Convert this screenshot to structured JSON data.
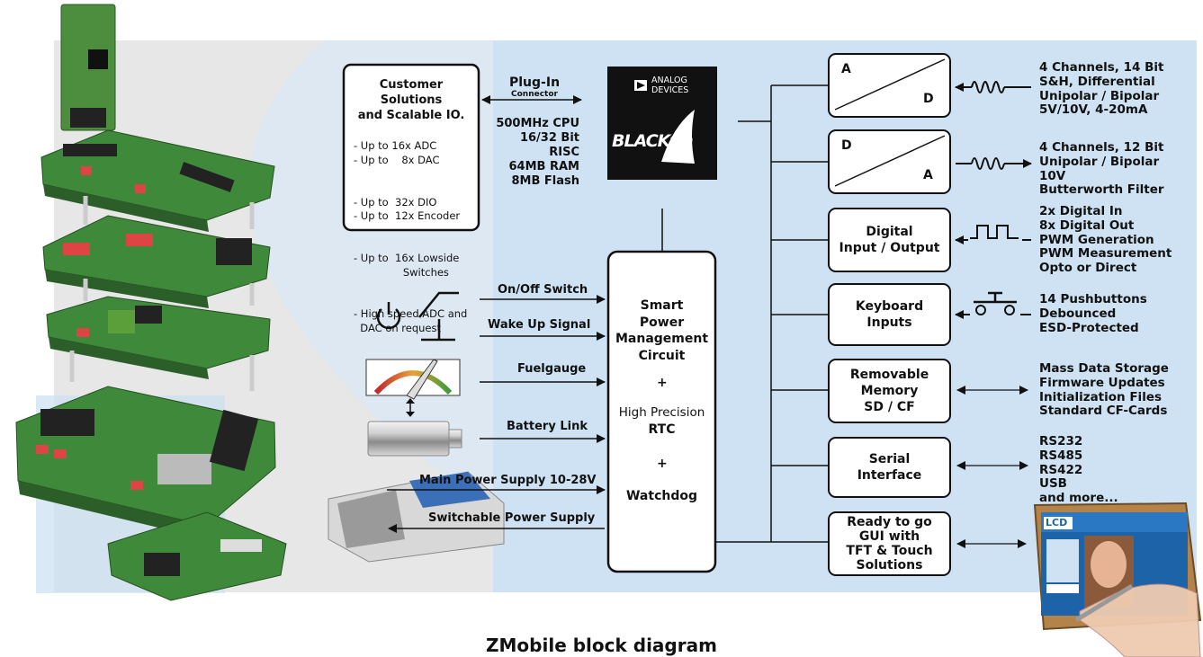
{
  "caption": "ZMobile block diagram",
  "customer": {
    "title": "Customer Solutions\nand Scalable IO.",
    "items": [
      "- Up to 16x ADC",
      "- Up to    8x DAC",
      "- Up to  32x DIO",
      "- Up to  12x Encoder",
      "- Up to  16x Lowside",
      "               Switches",
      "- High speed ADC and",
      "  DAC on request"
    ]
  },
  "plugin": {
    "title": "Plug-In",
    "subtitle": "Connector"
  },
  "cpu_specs": "500MHz CPU\n16/32 Bit RISC\n64MB RAM\n8MB Flash",
  "dsp_chip": {
    "brand_line1": "ANALOG",
    "brand_line2": "DEVICES",
    "name": "BLACKfin"
  },
  "power": {
    "line1": "Smart\nPower\nManagement\nCircuit",
    "plus": "+",
    "rtc_line1": "High Precision",
    "rtc_line2": "RTC",
    "watchdog": "Watchdog"
  },
  "inputs": [
    "On/Off Switch",
    "Wake Up Signal",
    "Fuelgauge",
    "Battery Link",
    "Main Power Supply 10-28V",
    "Switchable Power Supply"
  ],
  "blocks": {
    "adc": {
      "a": "A",
      "d": "D",
      "spec": "4 Channels, 14 Bit\nS&H, Differential\nUnipolar / Bipolar\n5V/10V, 4-20mA"
    },
    "dac": {
      "d": "D",
      "a": "A",
      "spec": "4 Channels, 12 Bit\nUnipolar / Bipolar\n10V\nButterworth Filter"
    },
    "dio": {
      "label": "Digital\nInput / Output",
      "spec": "2x Digital In\n8x Digital Out\nPWM Generation\nPWM Measurement\nOpto or Direct"
    },
    "keyboard": {
      "label": "Keyboard\nInputs",
      "spec": "14 Pushbuttons\nDebounced\nESD-Protected"
    },
    "memory": {
      "label": "Removable\nMemory\nSD / CF",
      "spec": "Mass Data Storage\nFirmware Updates\nInitialization Files\nStandard CF-Cards"
    },
    "serial": {
      "label": "Serial\nInterface",
      "spec": "RS232\nRS485\nRS422\nUSB\nand more..."
    },
    "gui": {
      "label": "Ready to go\nGUI with\nTFT & Touch\nSolutions"
    }
  },
  "display_logo": "LCD",
  "colors": {
    "background_panel": "#cfe2f3",
    "line": "#111111",
    "board_green": "#3f8a3a"
  }
}
